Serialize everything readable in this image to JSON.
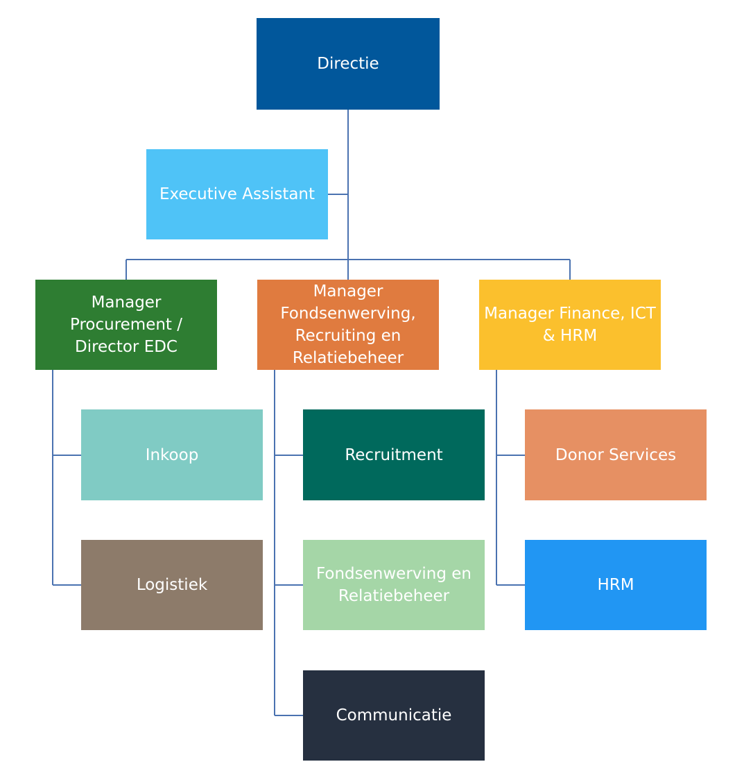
{
  "diagram": {
    "nodes": {
      "directie": {
        "label": "Directie",
        "color": "#01579B"
      },
      "executive_assistant": {
        "label": "Executive Assistant",
        "color": "#4FC3F7"
      },
      "manager_procurement": {
        "label": "Manager\nProcurement /\nDirector EDC",
        "color": "#2E7D32"
      },
      "manager_fondsenwerving": {
        "label": "Manager\nFondsenwerving,\nRecruiting en\nRelatiebeheer",
        "color": "#E07B3F"
      },
      "manager_finance": {
        "label": "Manager Finance, ICT\n& HRM",
        "color": "#FBC02D"
      },
      "inkoop": {
        "label": "Inkoop",
        "color": "#80CBC4"
      },
      "logistiek": {
        "label": "Logistiek",
        "color": "#8D7B6A"
      },
      "recruitment": {
        "label": "Recruitment",
        "color": "#00695C"
      },
      "fondsenwerving_relatiebeheer": {
        "label": "Fondsenwerving en\nRelatiebeheer",
        "color": "#A5D6A7"
      },
      "communicatie": {
        "label": "Communicatie",
        "color": "#263040"
      },
      "donor_services": {
        "label": "Donor Services",
        "color": "#E69063"
      },
      "hrm": {
        "label": "HRM",
        "color": "#2196F3"
      }
    },
    "connector_color": "#4A72B0"
  }
}
